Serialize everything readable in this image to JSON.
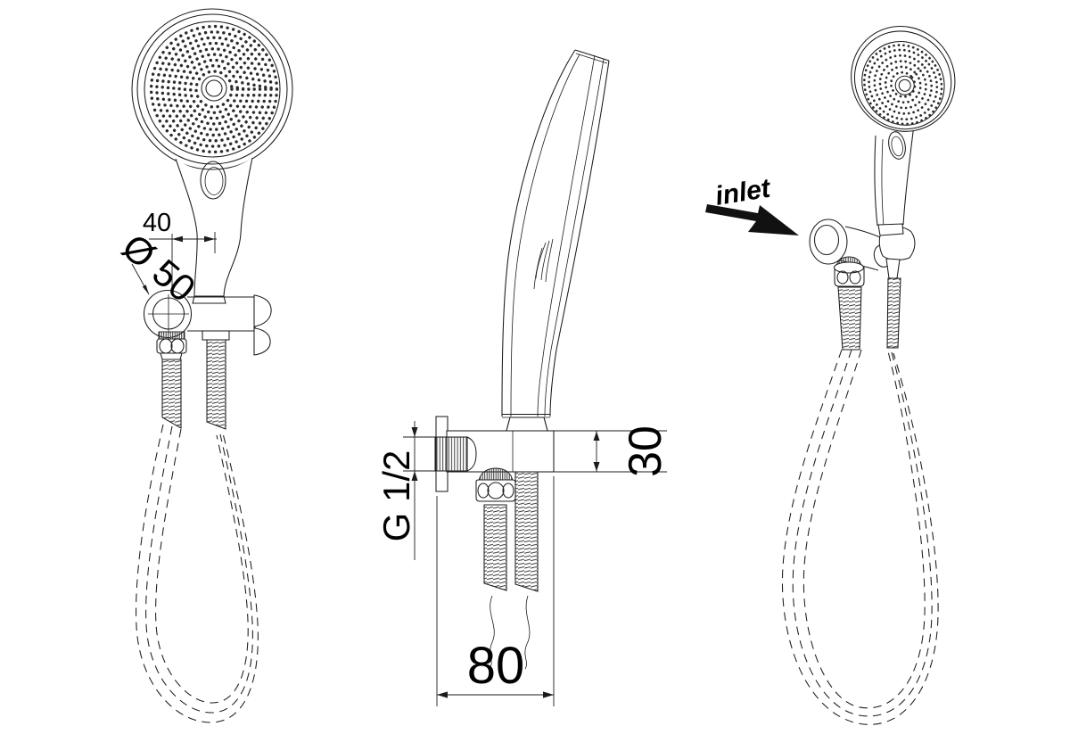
{
  "drawing": {
    "colors": {
      "background": "#ffffff",
      "line": "#1c1c1c",
      "text": "#000000",
      "arrow_fill": "#111111"
    },
    "labels": {
      "dim40": "40",
      "dia50": "Ø 50",
      "thread": "G 1/2",
      "height30": "30",
      "width80": "80",
      "inlet": "inlet"
    }
  }
}
